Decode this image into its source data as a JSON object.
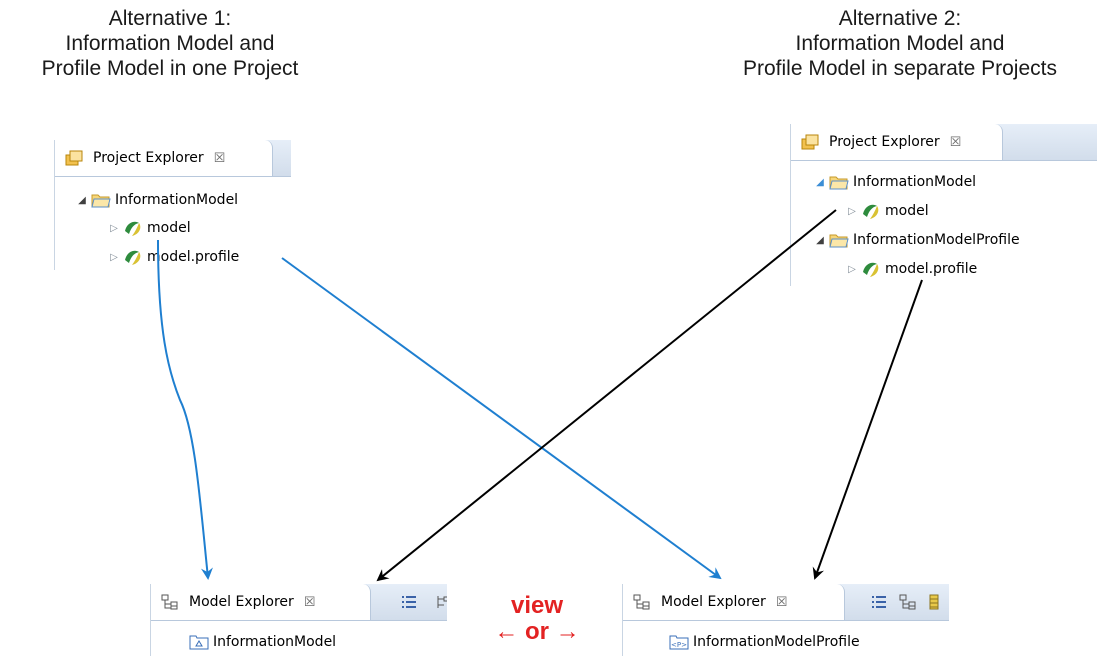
{
  "headings": {
    "alt1": [
      "Alternative 1:",
      "Information Model and",
      "Profile Model in one Project"
    ],
    "alt2": [
      "Alternative 2:",
      "Information Model and",
      "Profile Model in separate Projects"
    ]
  },
  "project_explorer_1": {
    "tab_label": "Project Explorer",
    "close": "☒",
    "tree": [
      {
        "label": "InformationModel",
        "type": "project",
        "twisty": "◢"
      },
      {
        "label": "model",
        "type": "model",
        "twisty": "▷"
      },
      {
        "label": "model.profile",
        "type": "model",
        "twisty": "▷"
      }
    ]
  },
  "project_explorer_2": {
    "tab_label": "Project Explorer",
    "close": "☒",
    "tree": [
      {
        "label": "InformationModel",
        "type": "project",
        "twisty": "◢"
      },
      {
        "label": "model",
        "type": "model",
        "twisty": "▷"
      },
      {
        "label": "InformationModelProfile",
        "type": "project",
        "twisty": "◢"
      },
      {
        "label": "model.profile",
        "type": "model",
        "twisty": "▷"
      }
    ]
  },
  "model_explorer_1": {
    "tab_label": "Model Explorer",
    "close": "☒",
    "root": "InformationModel"
  },
  "model_explorer_2": {
    "tab_label": "Model Explorer",
    "close": "☒",
    "root": "InformationModelProfile"
  },
  "center": {
    "view": "view",
    "or": "← or →"
  },
  "colors": {
    "blue_arrow": "#1f7fd0",
    "black_arrow": "#000000",
    "red_label": "#e32222"
  }
}
